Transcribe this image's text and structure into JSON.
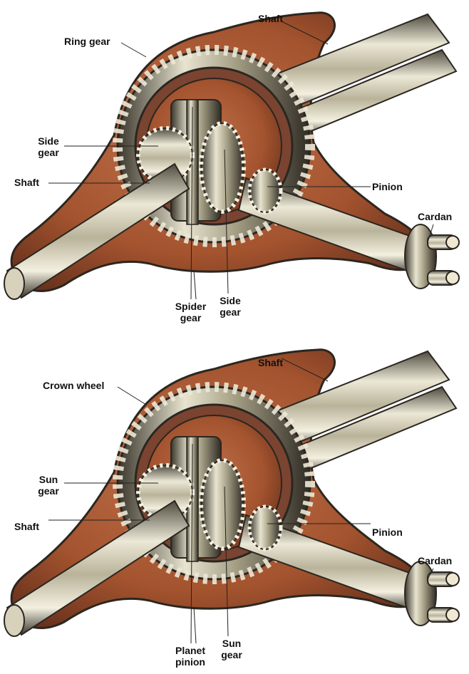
{
  "colors": {
    "housing": "#a3532e",
    "housing_dark": "#6b3320",
    "metal_light": "#ece8d6",
    "metal_mid": "#b9b39a",
    "metal_dark": "#4e4a3e",
    "outline": "#2b2620",
    "leader": "#222222",
    "label": "#111111"
  },
  "diagrams": [
    {
      "labels": {
        "top_shaft": "Shaft",
        "ring": "Ring gear",
        "side_left_1": "Side",
        "side_left_2": "gear",
        "left_shaft": "Shaft",
        "pinion": "Pinion",
        "cardan": "Cardan",
        "spider_1": "Spider",
        "spider_2": "gear",
        "side_bottom_1": "Side",
        "side_bottom_2": "gear"
      }
    },
    {
      "labels": {
        "top_shaft": "Shaft",
        "ring": "Crown wheel",
        "side_left_1": "Sun",
        "side_left_2": "gear",
        "left_shaft": "Shaft",
        "pinion": "Pinion",
        "cardan": "Cardan",
        "spider_1": "Planet",
        "spider_2": "pinion",
        "side_bottom_1": "Sun",
        "side_bottom_2": "gear"
      }
    }
  ]
}
